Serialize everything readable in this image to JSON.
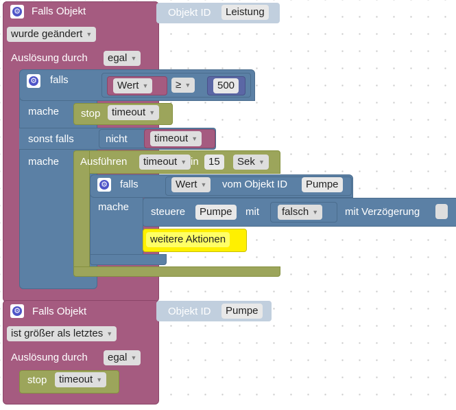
{
  "trigger1": {
    "title": "Falls Objekt",
    "object_id_label": "Objekt ID",
    "object_id": "Leistung",
    "condition": "wurde geändert",
    "trigger_label": "Auslösung durch",
    "trigger_value": "egal"
  },
  "if_block": {
    "falls": "falls",
    "wert": "Wert",
    "op": "≥",
    "value": "500",
    "mache": "mache",
    "stop_label": "stop",
    "stop_timer": "timeout",
    "sonst_falls": "sonst falls",
    "nicht": "nicht",
    "nicht_timer": "timeout",
    "mache2": "mache"
  },
  "timeout_block": {
    "label": "Ausführen",
    "timer": "timeout",
    "in": "in",
    "amount": "15",
    "unit": "Sek"
  },
  "inner_if": {
    "falls": "falls",
    "wert": "Wert",
    "vom_objekt": "vom Objekt ID",
    "object": "Pumpe",
    "mache": "mache",
    "steuere": "steuere",
    "target": "Pumpe",
    "mit": "mit",
    "value": "falsch",
    "delay_label": "mit Verzögerung",
    "comment": "weitere Aktionen"
  },
  "trigger2": {
    "title": "Falls Objekt",
    "object_id_label": "Objekt ID",
    "object_id": "Pumpe",
    "condition": "ist größer als letztes",
    "trigger_label": "Auslösung durch",
    "trigger_value": "egal",
    "stop_label": "stop",
    "stop_timer": "timeout"
  },
  "colors": {
    "trigger": "#a55b80",
    "logic": "#5b80a5",
    "timer": "#9ca55b",
    "object_id": "#c1cfde",
    "comment": "#ffff00"
  },
  "icons": [
    "gear-icon",
    "dropdown-caret-icon"
  ]
}
